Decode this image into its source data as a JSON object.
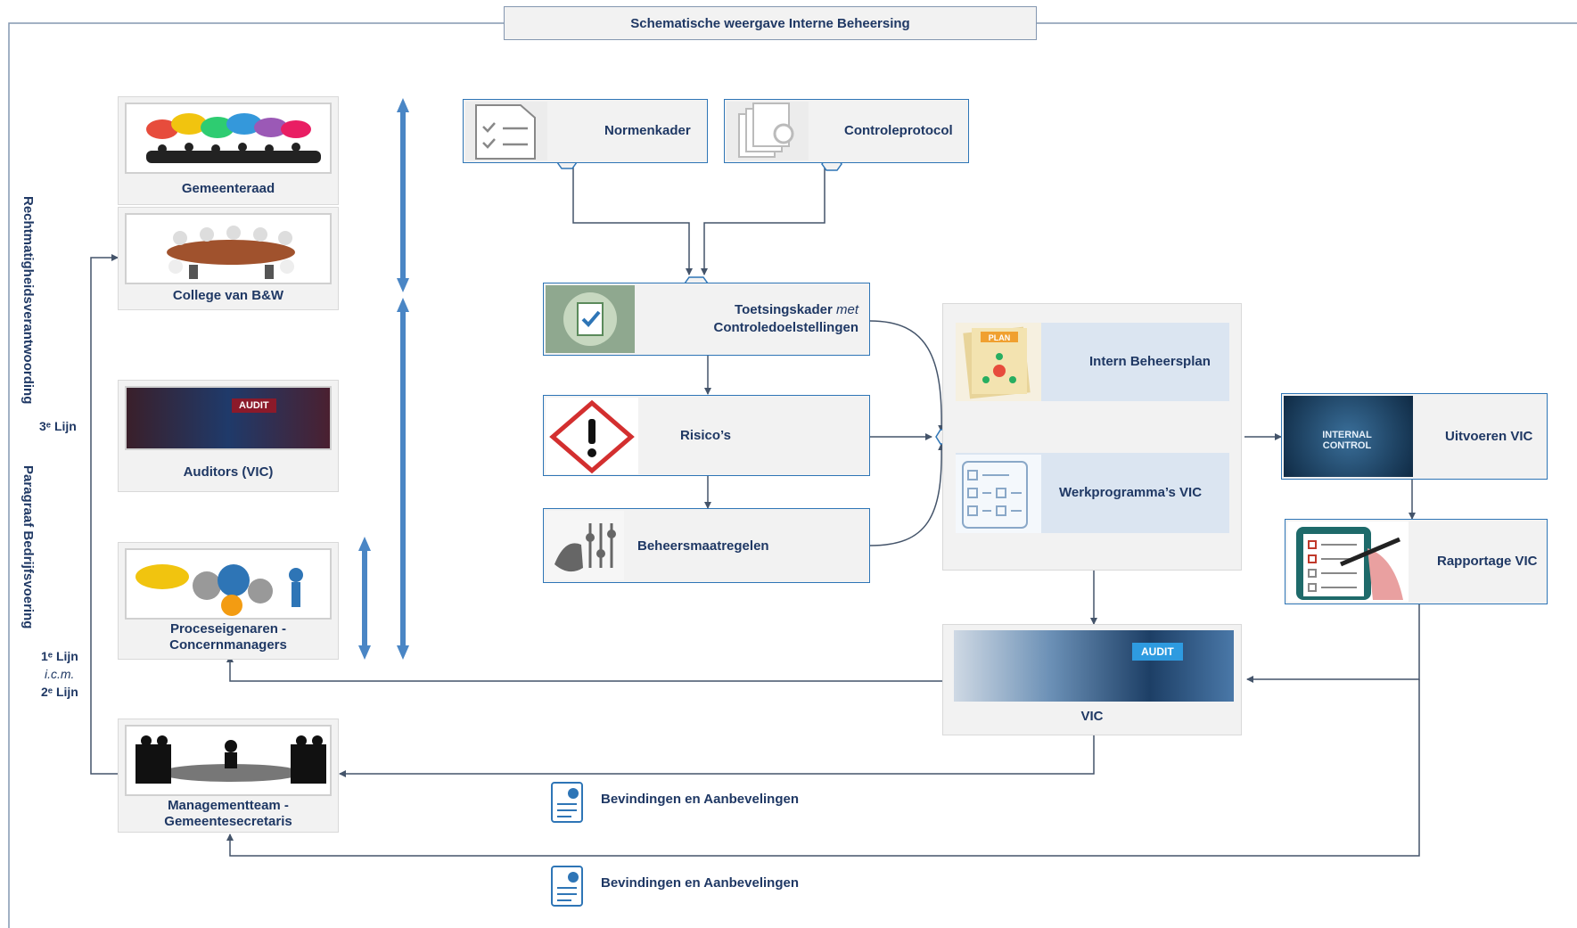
{
  "title": "Schematische weergave Interne Beheersing",
  "side_labels": {
    "rechtmatigheid": "Rechtmatigheidsverantwoording",
    "paragraaf": "Paragraaf Bedrijfsvoering",
    "lijn3": "3ᵉ Lijn",
    "lijn1": "1ᵉ Lijn",
    "icm": "i.c.m.",
    "lijn2": "2ᵉ Lijn"
  },
  "actors": {
    "gemeenteraad": "Gemeenteraad",
    "college": "College van B&W",
    "auditors": "Auditors (VIC)",
    "proces_line1": "Proceseigenaren -",
    "proces_line2": "Concernmanagers",
    "mt_line1": "Managementteam -",
    "mt_line2": "Gemeentesecretaris"
  },
  "audit_badge": "AUDIT",
  "boxes": {
    "normenkader": "Normenkader",
    "controleprotocol": "Controleprotocol",
    "toetsing_line1_a": "Toetsingskader",
    "toetsing_line1_b": "met",
    "toetsing_line2": "Controledoelstellingen",
    "risicos": "Risico’s",
    "beheersmaatregelen": "Beheersmaatregelen",
    "intern_beheersplan": "Intern Beheersplan",
    "plan_badge": "PLAN",
    "werkprogrammas": "Werkprogramma’s VIC",
    "uitvoeren": "Uitvoeren VIC",
    "internal_control": "INTERNAL CONTROL",
    "rapportage": "Rapportage VIC",
    "vic": "VIC"
  },
  "findings": [
    "Bevindingen en Aanbevelingen",
    "Bevindingen en Aanbevelingen"
  ],
  "icons": [
    "checklist-icon",
    "document-gear-icon",
    "clipboard-check-icon",
    "hazard-icon",
    "hand-sliders-icon",
    "plan-icon",
    "task-list-icon",
    "report-icon"
  ],
  "colors": {
    "accent": "#2e75b6",
    "text": "#1f3864",
    "line": "#44546a",
    "card": "#f2f2f2",
    "light": "#dbe5f1"
  }
}
